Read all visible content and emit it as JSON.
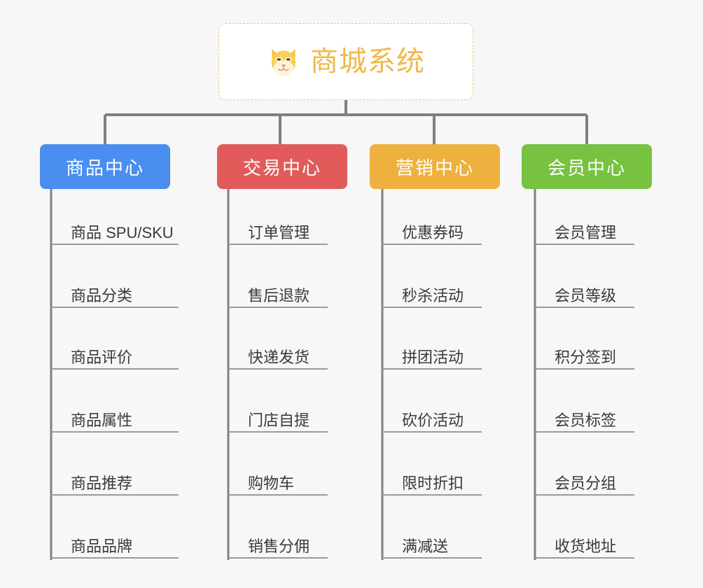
{
  "page": {
    "background": "#f7f7f7",
    "line_color": "#808080",
    "leaf_line_color": "#9a9a9a",
    "leaf_text_color": "#3a3a3a"
  },
  "root": {
    "title": "商城系统",
    "icon": "shiba-dog-icon",
    "text_color": "#f0b94a",
    "border_color": "#eec27a",
    "background": "#ffffff"
  },
  "categories": [
    {
      "id": "product-center",
      "label": "商品中心",
      "color": "#4a8ef0",
      "items": [
        "商品 SPU/SKU",
        "商品分类",
        "商品评价",
        "商品属性",
        "商品推荐",
        "商品品牌"
      ]
    },
    {
      "id": "trade-center",
      "label": "交易中心",
      "color": "#e15b5b",
      "items": [
        "订单管理",
        "售后退款",
        "快递发货",
        "门店自提",
        "购物车",
        "销售分佣"
      ]
    },
    {
      "id": "marketing-center",
      "label": "营销中心",
      "color": "#eeb03f",
      "items": [
        "优惠券码",
        "秒杀活动",
        "拼团活动",
        "砍价活动",
        "限时折扣",
        "满减送"
      ]
    },
    {
      "id": "member-center",
      "label": "会员中心",
      "color": "#77c240",
      "items": [
        "会员管理",
        "会员等级",
        "积分签到",
        "会员标签",
        "会员分组",
        "收货地址"
      ]
    }
  ]
}
